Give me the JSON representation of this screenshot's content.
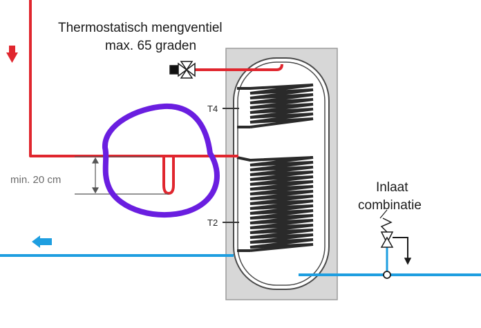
{
  "labels": {
    "mixer_line1": "Thermostatisch mengventiel",
    "mixer_line2": "max. 65 graden",
    "min_distance": "min. 20 cm",
    "inlet_line1": "Inlaat",
    "inlet_line2": "combinatie",
    "sensor_top": "T4",
    "sensor_bottom": "T2"
  },
  "colors": {
    "hot_pipe": "#e0262e",
    "cold_pipe": "#1e9ee0",
    "annotation": "#6a1ee0",
    "tank_fill": "#d7d7d7",
    "tank_stroke": "#4a4a4a",
    "coil": "#2a2a2a"
  },
  "icons": {
    "hot_flow": "arrow-down-icon",
    "cold_flow": "arrow-left-icon",
    "mixer": "three-way-valve-icon",
    "inlet": "safety-valve-icon"
  }
}
